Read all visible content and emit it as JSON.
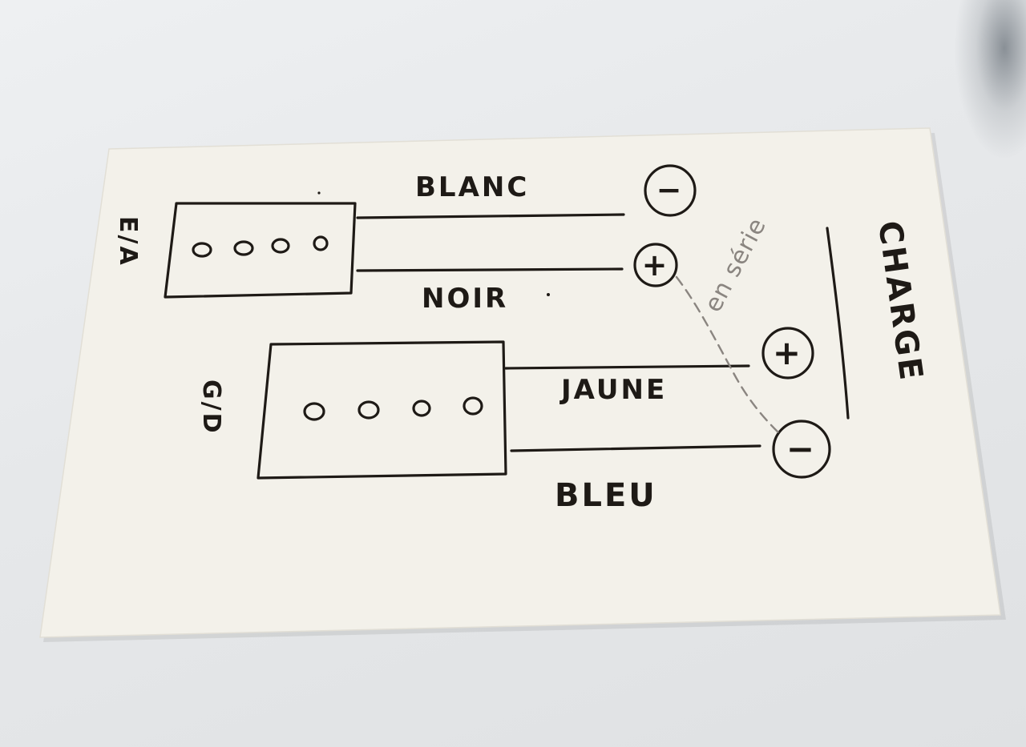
{
  "card": {
    "color": "#f3f1ea",
    "ink_color": "#1e1a16",
    "pencil_color": "#8a8580"
  },
  "pickups": {
    "top": {
      "label": "E/A",
      "pole_count": 4
    },
    "bottom": {
      "label": "G/D",
      "pole_count": 4
    }
  },
  "wires": {
    "blanc": "BLANC",
    "noir": "NOIR",
    "jaune": "JAUNE",
    "bleu": "BLEU"
  },
  "terminals": {
    "top_minus": "−",
    "top_plus": "+",
    "bottom_plus": "+",
    "bottom_minus": "−"
  },
  "annotations": {
    "series": "en série",
    "load": "CHARGE"
  }
}
